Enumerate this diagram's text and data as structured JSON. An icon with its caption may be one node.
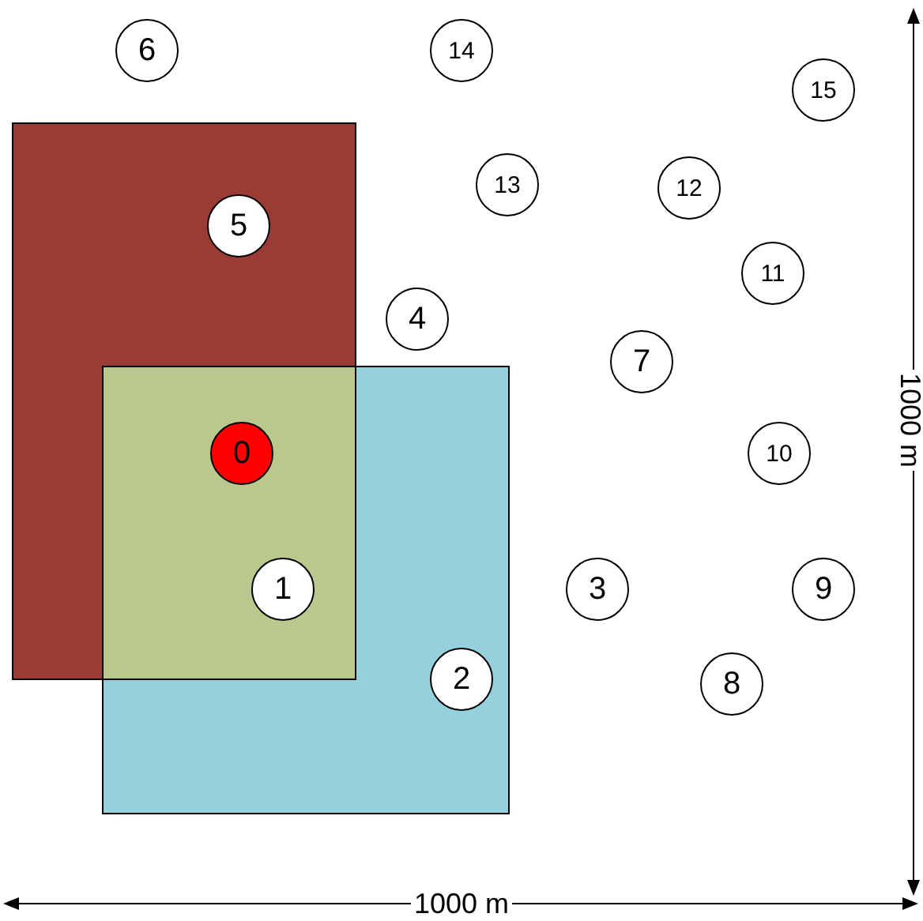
{
  "diagram": {
    "nodes": [
      {
        "text": [
          "6"
        ]
      },
      {
        "text": [
          "14"
        ]
      },
      {
        "text": [
          "15"
        ]
      },
      {
        "text": [
          "13"
        ]
      },
      {
        "text": [
          "12"
        ]
      },
      {
        "text": [
          "5"
        ]
      },
      {
        "text": [
          "11"
        ]
      },
      {
        "text": [
          "4"
        ]
      },
      {
        "text": [
          "7"
        ]
      },
      {
        "text": [
          "0"
        ]
      },
      {
        "text": [
          "10"
        ]
      },
      {
        "text": [
          "1"
        ]
      },
      {
        "text": [
          "3"
        ]
      },
      {
        "text": [
          "9"
        ]
      },
      {
        "text": [
          "2"
        ]
      },
      {
        "text": [
          "8"
        ]
      }
    ],
    "edges": [],
    "labels": [
      "1000 m",
      "1000 m"
    ]
  }
}
